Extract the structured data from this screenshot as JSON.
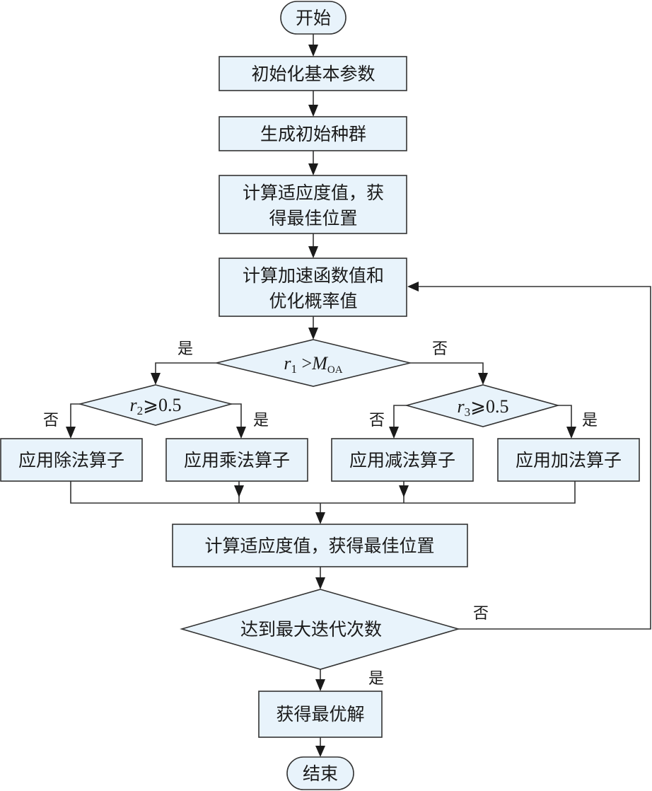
{
  "title": "Arithmetic Optimization Algorithm flowchart",
  "nodes": {
    "start": "开始",
    "init_params": "初始化基本参数",
    "init_population": "生成初始种群",
    "fitness_1_line1": "计算适应度值，获",
    "fitness_1_line2": "得最佳位置",
    "moa_mop_line1": "计算加速函数值和",
    "moa_mop_line2": "优化概率值",
    "cond1": {
      "var": "r",
      "sub": "1",
      "op": " >",
      "rhs": "M",
      "rhs_sub": "OA"
    },
    "cond2": {
      "var": "r",
      "sub": "2",
      "op": "⩾",
      "rhs": "0.5"
    },
    "cond3": {
      "var": "r",
      "sub": "3",
      "op": "⩾",
      "rhs": "0.5"
    },
    "division": "应用除法算子",
    "multiplication": "应用乘法算子",
    "subtraction": "应用减法算子",
    "addition": "应用加法算子",
    "fitness_2": "计算适应度值，获得最佳位置",
    "max_iter": "达到最大迭代次数",
    "optimal": "获得最优解",
    "end": "结束"
  },
  "labels": {
    "yes": "是",
    "no": "否"
  },
  "colors": {
    "box_fill": "#e8f3fb",
    "stroke": "#333333"
  }
}
